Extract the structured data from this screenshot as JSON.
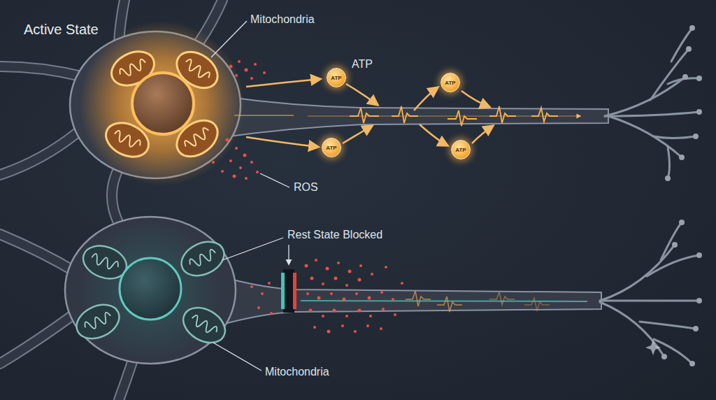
{
  "diagram": {
    "title": "Active State",
    "nodes": [
      {
        "text": [
          "ATP"
        ]
      },
      {
        "text": [
          "ATP"
        ]
      },
      {
        "text": [
          "ATP"
        ]
      },
      {
        "text": [
          "ATP"
        ]
      }
    ],
    "labels": [
      "Mitochondria",
      "ATP",
      "ROS",
      "Rest State Blocked",
      "Mitochondria"
    ]
  }
}
